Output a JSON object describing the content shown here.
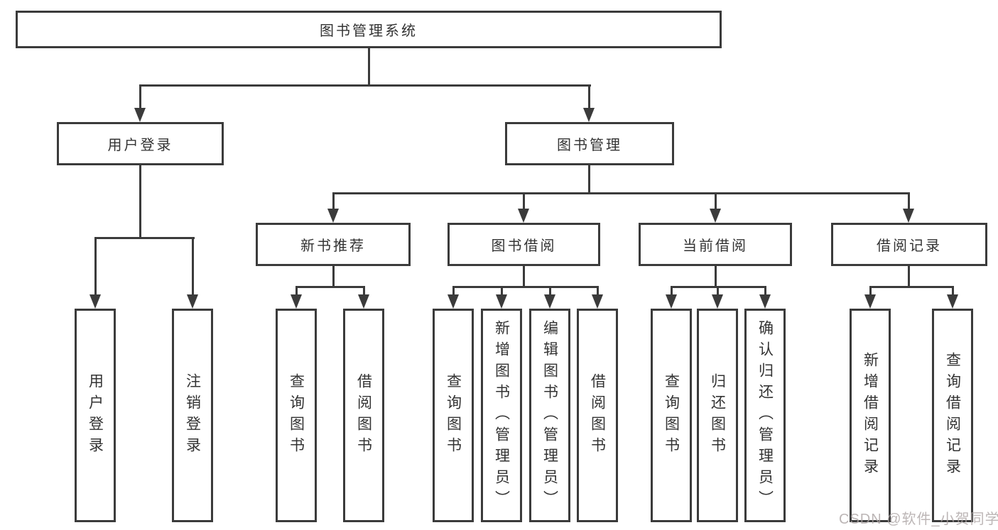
{
  "colors": {
    "line": "#3b3b3b",
    "box_border": "#3b3b3b",
    "text": "#333333",
    "background": "#ffffff",
    "watermark": "#aca4a4"
  },
  "watermark": {
    "text": "CSDN @软件_小贺同学"
  },
  "tree": {
    "root": {
      "label": "图书管理系统"
    },
    "branches": [
      {
        "label": "用户登录",
        "children": [
          {
            "label": "用户登录"
          },
          {
            "label": "注销登录"
          }
        ]
      },
      {
        "label": "图书管理",
        "children": [
          {
            "label": "新书推荐",
            "children": [
              {
                "label": "查询图书"
              },
              {
                "label": "借阅图书"
              }
            ]
          },
          {
            "label": "图书借阅",
            "children": [
              {
                "label": "查询图书"
              },
              {
                "label": "新增图书（管理员）"
              },
              {
                "label": "编辑图书（管理员）"
              },
              {
                "label": "借阅图书"
              }
            ]
          },
          {
            "label": "当前借阅",
            "children": [
              {
                "label": "查询图书"
              },
              {
                "label": "归还图书"
              },
              {
                "label": "确认归还（管理员）"
              }
            ]
          },
          {
            "label": "借阅记录",
            "children": [
              {
                "label": "新增借阅记录"
              },
              {
                "label": "查询借阅记录"
              }
            ]
          }
        ]
      }
    ]
  }
}
